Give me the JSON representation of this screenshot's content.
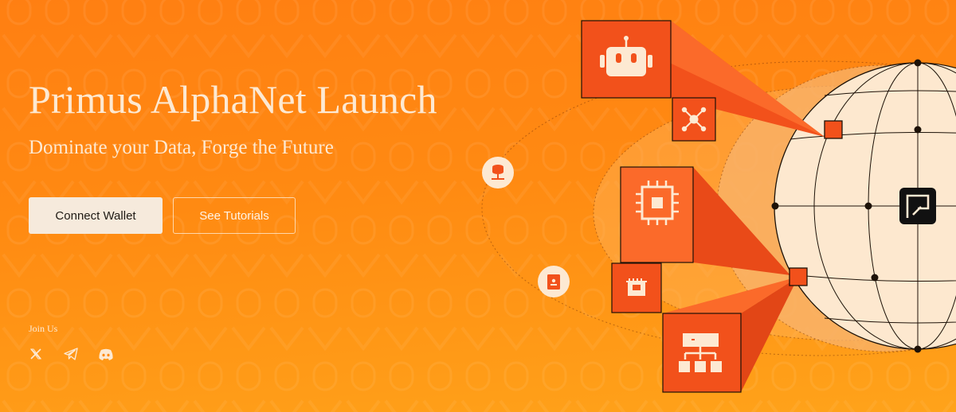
{
  "hero": {
    "title": "Primus AlphaNet Launch",
    "subtitle": "Dominate your Data, Forge the Future"
  },
  "actions": {
    "connect_label": "Connect Wallet",
    "tutorials_label": "See Tutorials"
  },
  "community": {
    "label": "Join Us",
    "links": [
      {
        "icon": "x-icon"
      },
      {
        "icon": "telegram-icon"
      },
      {
        "icon": "discord-icon"
      }
    ]
  },
  "illustration": {
    "icons": [
      "robot-icon",
      "network-icon",
      "database-icon",
      "cpu-icon",
      "document-icon",
      "router-icon",
      "hierarchy-icon",
      "primus-logo-icon"
    ]
  },
  "colors": {
    "background_start": "#ff7f12",
    "background_end": "#ffa31a",
    "accent": "#f2511b",
    "globe": "#fde9d2",
    "button_fill": "#f6eadc",
    "text_light": "#fde9d2"
  }
}
